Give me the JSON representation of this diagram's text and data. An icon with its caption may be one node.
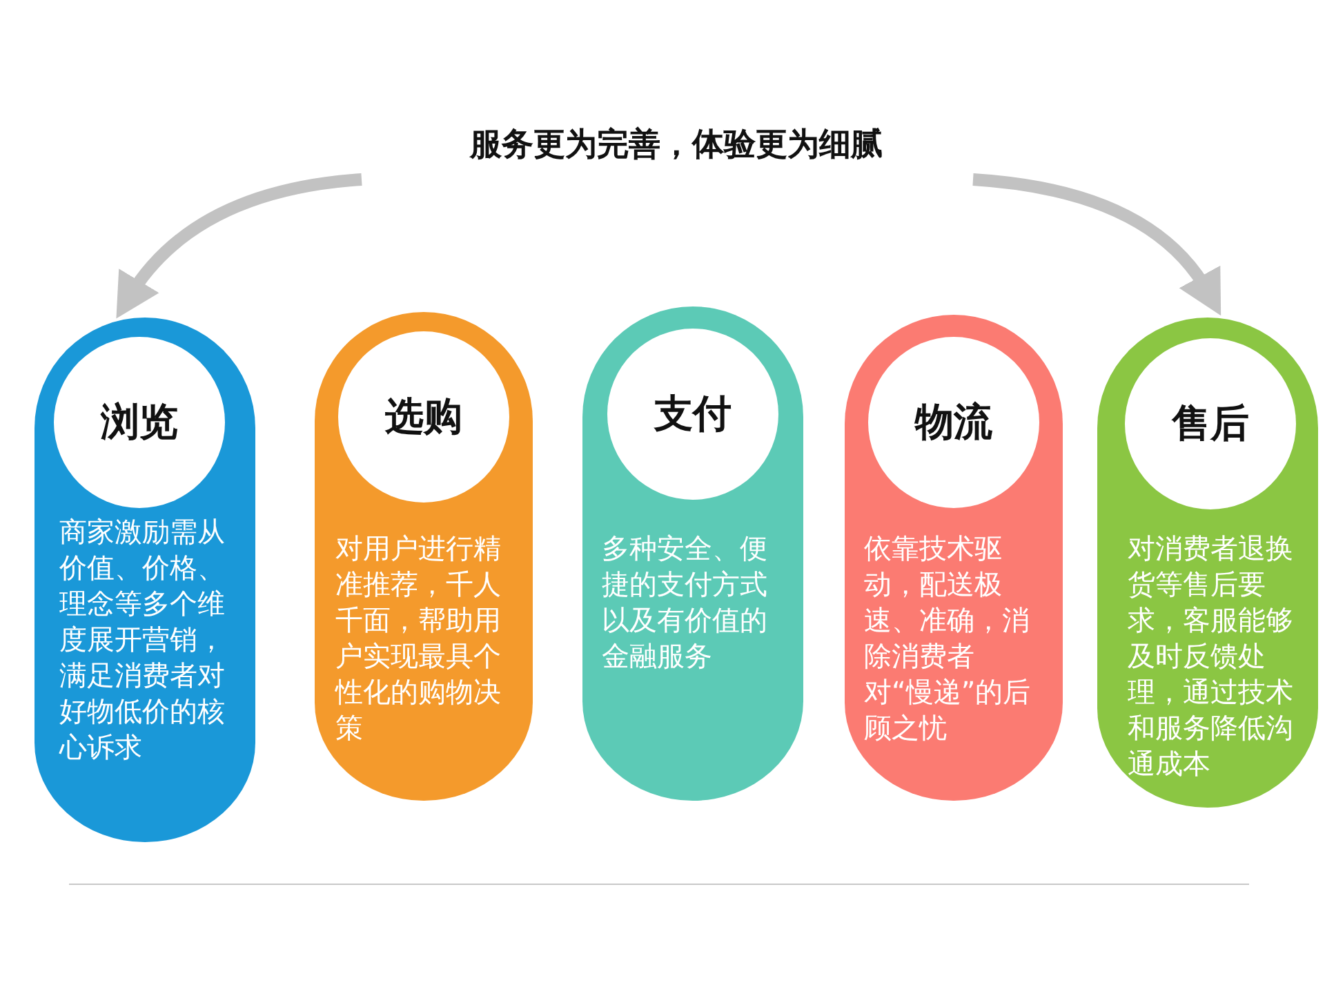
{
  "diagram": {
    "title": "服务更为完善，体验更为细腻",
    "nodes": [
      {
        "text": [
          "商家激励需从价值、价格、理念等多个维度展开营销，满足消费者对好物低价的核心诉求"
        ]
      },
      {
        "text": [
          "浏览"
        ],
        "in": 0
      },
      {
        "text": [
          "对用户进行精准推荐，千人千面，帮助用户实现最具个性化的购物决策"
        ]
      },
      {
        "text": [
          "选购"
        ],
        "in": 2
      },
      {
        "text": [
          "多种安全、便捷的支付方式以及有价值的金融服务"
        ]
      },
      {
        "text": [
          "支付"
        ],
        "in": 4
      },
      {
        "text": [
          "依靠技术驱动，配送极速、准确，消除消费者对“慢递”的后顾之忧"
        ]
      },
      {
        "text": [
          "物流"
        ],
        "in": 6
      },
      {
        "text": [
          "对消费者退换货等售后要求，客服能够及时反馈处理，通过技术和服务降低沟通成本"
        ]
      },
      {
        "text": [
          "售后"
        ],
        "in": 8
      }
    ],
    "edges": [
      {
        "from": null,
        "to": 0,
        "arrow": "to"
      },
      {
        "from": null,
        "to": 8,
        "arrow": "to"
      }
    ]
  }
}
